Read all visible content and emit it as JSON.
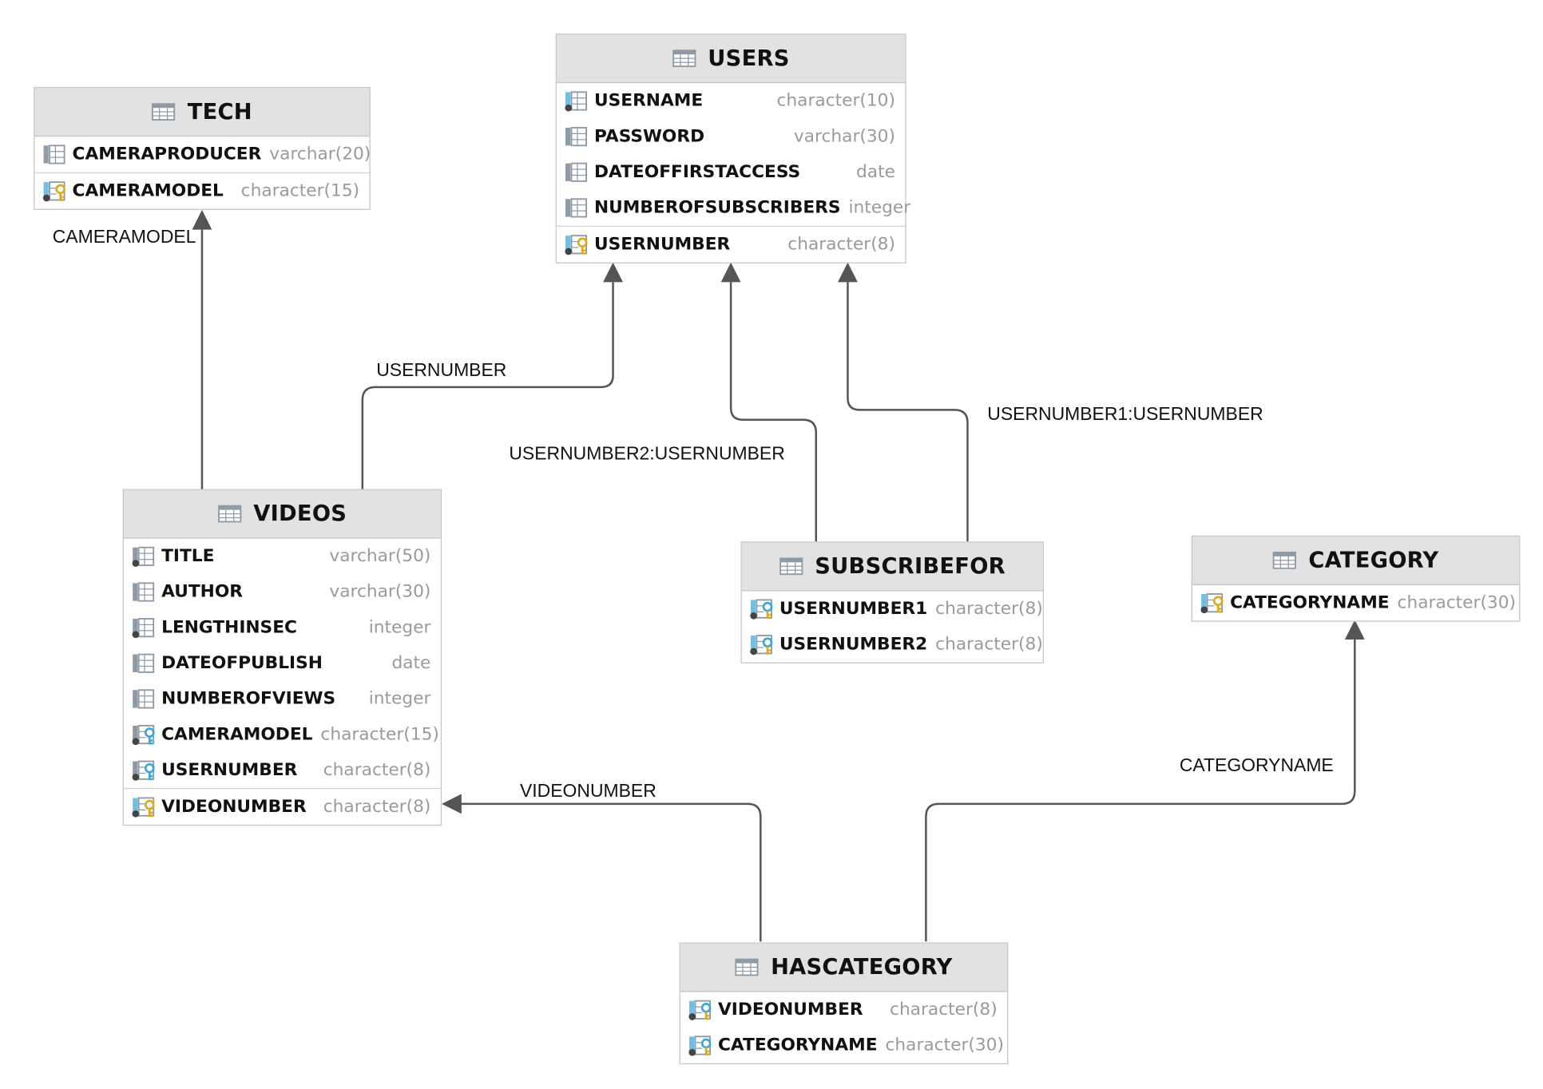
{
  "tables": [
    {
      "name": "TECH",
      "columns": [
        {
          "name": "CAMERAPRODUCER",
          "type": "varchar(20)",
          "icon": "column-icon",
          "pk": false
        },
        {
          "name": "CAMERAMODEL",
          "type": "character(15)",
          "icon": "primary-key-icon",
          "pk": true
        }
      ]
    },
    {
      "name": "USERS",
      "columns": [
        {
          "name": "USERNAME",
          "type": "character(10)",
          "icon": "unique-index-column-icon",
          "pk": false
        },
        {
          "name": "PASSWORD",
          "type": "varchar(30)",
          "icon": "column-icon",
          "pk": false
        },
        {
          "name": "DATEOFFIRSTACCESS",
          "type": "date",
          "icon": "column-icon",
          "pk": false
        },
        {
          "name": "NUMBEROFSUBSCRIBERS",
          "type": "integer",
          "icon": "column-icon",
          "pk": false
        },
        {
          "name": "USERNUMBER",
          "type": "character(8)",
          "icon": "primary-key-icon",
          "pk": true
        }
      ]
    },
    {
      "name": "VIDEOS",
      "columns": [
        {
          "name": "TITLE",
          "type": "varchar(50)",
          "icon": "index-column-icon",
          "pk": false
        },
        {
          "name": "AUTHOR",
          "type": "varchar(30)",
          "icon": "column-icon",
          "pk": false
        },
        {
          "name": "LENGTHINSEC",
          "type": "integer",
          "icon": "index-column-icon",
          "pk": false
        },
        {
          "name": "DATEOFPUBLISH",
          "type": "date",
          "icon": "column-icon",
          "pk": false
        },
        {
          "name": "NUMBEROFVIEWS",
          "type": "integer",
          "icon": "column-icon",
          "pk": false
        },
        {
          "name": "CAMERAMODEL",
          "type": "character(15)",
          "icon": "foreign-key-icon",
          "pk": false
        },
        {
          "name": "USERNUMBER",
          "type": "character(8)",
          "icon": "foreign-key-icon",
          "pk": false
        },
        {
          "name": "VIDEONUMBER",
          "type": "character(8)",
          "icon": "primary-key-icon",
          "pk": true
        }
      ]
    },
    {
      "name": "SUBSCRIBEFOR",
      "columns": [
        {
          "name": "USERNUMBER1",
          "type": "character(8)",
          "icon": "primary-foreign-key-icon",
          "pk": false
        },
        {
          "name": "USERNUMBER2",
          "type": "character(8)",
          "icon": "primary-foreign-key-icon",
          "pk": false
        }
      ]
    },
    {
      "name": "CATEGORY",
      "columns": [
        {
          "name": "CATEGORYNAME",
          "type": "character(30)",
          "icon": "primary-key-icon",
          "pk": false
        }
      ]
    },
    {
      "name": "HASCATEGORY",
      "columns": [
        {
          "name": "VIDEONUMBER",
          "type": "character(8)",
          "icon": "primary-foreign-key-icon",
          "pk": false
        },
        {
          "name": "CATEGORYNAME",
          "type": "character(30)",
          "icon": "primary-foreign-key-icon",
          "pk": false
        }
      ]
    }
  ],
  "relationships": [
    {
      "label": "CAMERAMODEL",
      "from": "VIDEOS",
      "to": "TECH"
    },
    {
      "label": "USERNUMBER",
      "from": "VIDEOS",
      "to": "USERS"
    },
    {
      "label": "USERNUMBER2:USERNUMBER",
      "from": "SUBSCRIBEFOR",
      "to": "USERS"
    },
    {
      "label": "USERNUMBER1:USERNUMBER",
      "from": "SUBSCRIBEFOR",
      "to": "USERS"
    },
    {
      "label": "VIDEONUMBER",
      "from": "HASCATEGORY",
      "to": "VIDEOS"
    },
    {
      "label": "CATEGORYNAME",
      "from": "HASCATEGORY",
      "to": "CATEGORY"
    }
  ],
  "colors": {
    "header_bg": "#e2e2e2",
    "border": "#c4c4c4",
    "connector": "#555555",
    "type_text": "#9a9a9a",
    "key_gold": "#e0a820",
    "key_blue": "#3fa7d6",
    "icon_blue": "#6ec1e4",
    "icon_grey": "#8f9aa5"
  }
}
